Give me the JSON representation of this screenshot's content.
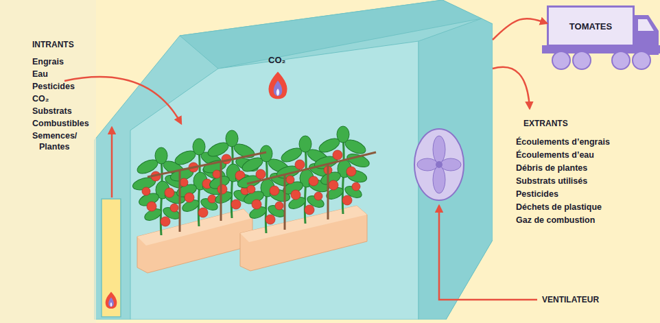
{
  "diagram": {
    "nodes": [
      {
        "text": [
          "CO₂"
        ]
      },
      {
        "text": [
          "TOMATES"
        ]
      }
    ],
    "edges": [
      {
        "from": 0,
        "to": 1,
        "arrow": "to"
      }
    ],
    "labels": [
      "INTRANTS",
      "Engrais",
      "Eau",
      "Pesticides",
      "CO₂",
      "Substrats",
      "Combustibles",
      "Semences/ Plantes",
      "EXTRANTS",
      "Écoulements d’engrais",
      "Écoulements d’eau",
      "Débris de plantes",
      "Substrats utilisés",
      "Pesticides",
      "Déchets de plastique",
      "Gaz de combustion",
      "VENTILATEUR"
    ]
  }
}
